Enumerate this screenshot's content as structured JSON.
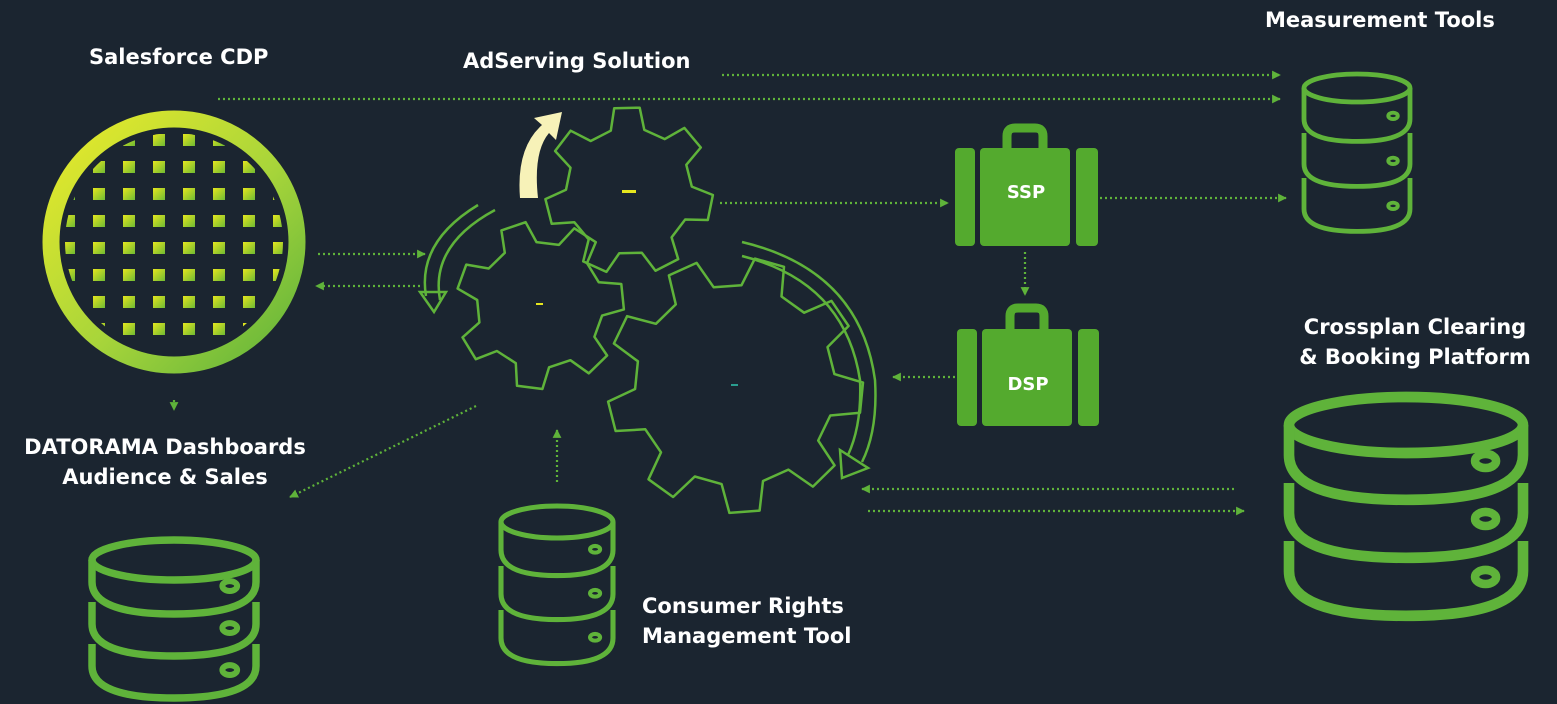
{
  "labels": {
    "salesforce_cdp": "Salesforce CDP",
    "adserving": "AdServing Solution",
    "measurement": "Measurement Tools",
    "crossplan_line1": "Crossplan Clearing",
    "crossplan_line2": "& Booking Platform",
    "datorama_line1": "DATORAMA Dashboards",
    "datorama_line2": "Audience & Sales",
    "consumer_line1": "Consumer Rights",
    "consumer_line2": "Management Tool",
    "ssp": "SSP",
    "dsp": "DSP"
  },
  "colors": {
    "background": "#1b2530",
    "green": "#5fb33a",
    "bag_green": "#54aa2e",
    "yellow": "#e6e61e",
    "arrow_yellow": "#f7f2b8",
    "teal": "#2a9d8f"
  }
}
